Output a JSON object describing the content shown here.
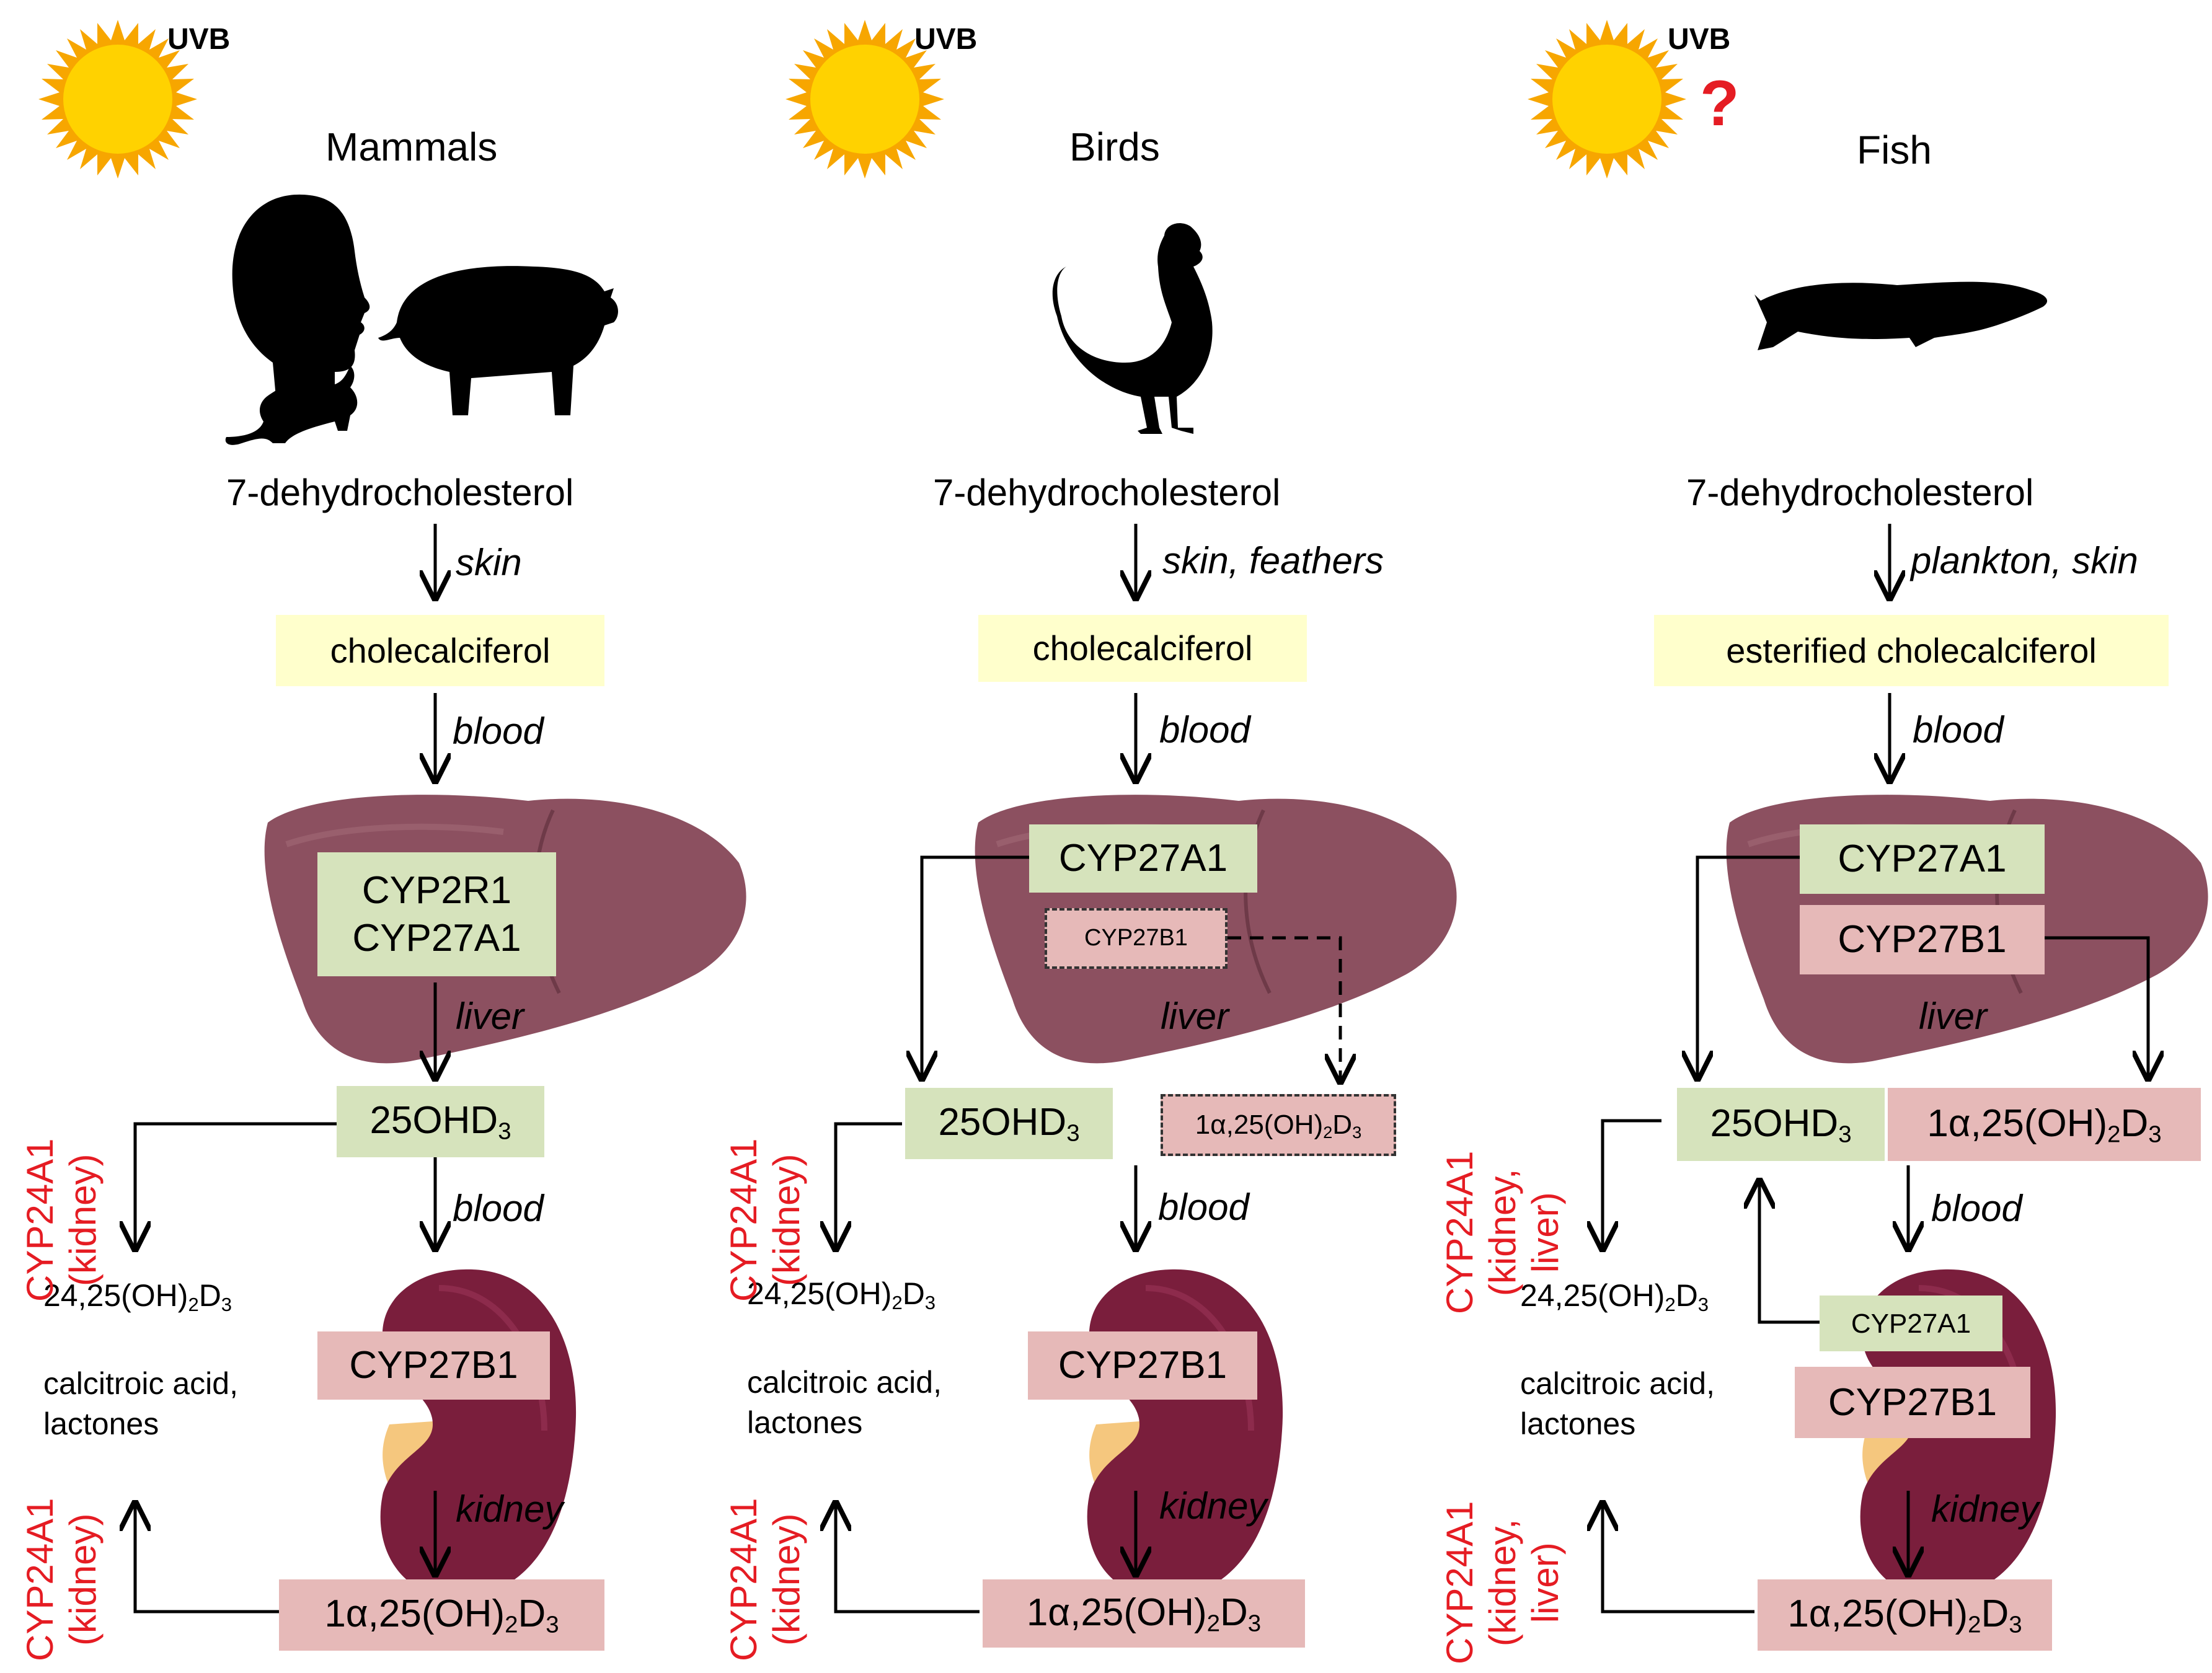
{
  "uvb_label": "UVB",
  "question_mark": "?",
  "columns": [
    {
      "id": "mammals",
      "title": "Mammals",
      "precursor": "7-dehydrocholesterol",
      "route_skin": "skin",
      "vitamin_box": "cholecalciferol",
      "route_blood_1": "blood",
      "liver_enzymes": [
        "CYP2R1",
        "CYP27A1"
      ],
      "route_liver": "liver",
      "metabolite_25": "25OHD",
      "route_blood_2": "blood",
      "kidney_enzyme": "CYP27B1",
      "route_kidney": "kidney",
      "active_form": "1α,25(OH)",
      "catabolite_1": "24,25(OH)",
      "catabolite_2_line1": "calcitroic acid,",
      "catabolite_2_line2": "lactones",
      "catab_enzyme": "CYP24A1",
      "catab_site_line1": "(kidney)",
      "catab_site_line2": ""
    },
    {
      "id": "birds",
      "title": "Birds",
      "precursor": "7-dehydrocholesterol",
      "route_skin": "skin, feathers",
      "vitamin_box": "cholecalciferol",
      "route_blood_1": "blood",
      "liver_enzyme_main": "CYP27A1",
      "liver_enzyme_minor": "CYP27B1",
      "route_liver": "liver",
      "metabolite_25": "25OHD",
      "liver_active_form": "1α,25(OH)",
      "route_blood_2": "blood",
      "kidney_enzyme": "CYP27B1",
      "route_kidney": "kidney",
      "active_form": "1α,25(OH)",
      "catabolite_1": "24,25(OH)",
      "catabolite_2_line1": "calcitroic acid,",
      "catabolite_2_line2": "lactones",
      "catab_enzyme": "CYP24A1",
      "catab_site_line1": "(kidney)",
      "catab_site_line2": ""
    },
    {
      "id": "fish",
      "title": "Fish",
      "precursor": "7-dehydrocholesterol",
      "route_skin": "plankton, skin",
      "vitamin_box": "esterified cholecalciferol",
      "route_blood_1": "blood",
      "liver_enzyme_1": "CYP27A1",
      "liver_enzyme_2": "CYP27B1",
      "route_liver": "liver",
      "metabolite_25": "25OHD",
      "liver_active_form": "1α,25(OH)",
      "route_blood_2": "blood",
      "kidney_enzyme_minor": "CYP27A1",
      "kidney_enzyme": "CYP27B1",
      "route_kidney": "kidney",
      "active_form": "1α,25(OH)",
      "catabolite_1": "24,25(OH)",
      "catabolite_2_line1": "calcitroic acid,",
      "catabolite_2_line2": "lactones",
      "catab_enzyme": "CYP24A1",
      "catab_site_line1": "(kidney,",
      "catab_site_line2": "liver)"
    }
  ],
  "sub_2": "2",
  "sub_3": "3",
  "colors": {
    "sun": "#ffd200",
    "sun_rays": "#f7a600",
    "liver": "#8c5060",
    "kidney": "#7a1e3c",
    "ureter": "#f5c77e",
    "yellow_box": "#ffffcc",
    "green_box": "#d6e3bc",
    "pink_box": "#e6b9b8",
    "enzyme_red": "#e51c23"
  }
}
